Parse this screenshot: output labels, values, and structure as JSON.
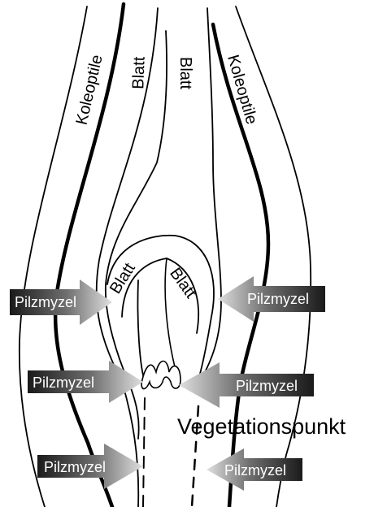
{
  "labels": {
    "koleoptile_left": "Koleoptile",
    "koleoptile_right": "Koleoptile",
    "blatt_left": "Blatt",
    "blatt_right": "Blatt",
    "blatt_inner_left": "Blatt",
    "blatt_inner_right": "Blatt",
    "vegetationspunkt": "Vegetationspunkt"
  },
  "arrows": [
    {
      "label": "Pilzmyzel",
      "direction": "right"
    },
    {
      "label": "Pilzmyzel",
      "direction": "left"
    },
    {
      "label": "Pilzmyzel",
      "direction": "right"
    },
    {
      "label": "Pilzmyzel",
      "direction": "left"
    },
    {
      "label": "Pilzmyzel",
      "direction": "right"
    },
    {
      "label": "Pilzmyzel",
      "direction": "left"
    }
  ],
  "colors": {
    "line": "#000000",
    "arrow_dark": "#1e1e1e",
    "arrow_light": "#d8d8d8",
    "background": "#ffffff"
  }
}
